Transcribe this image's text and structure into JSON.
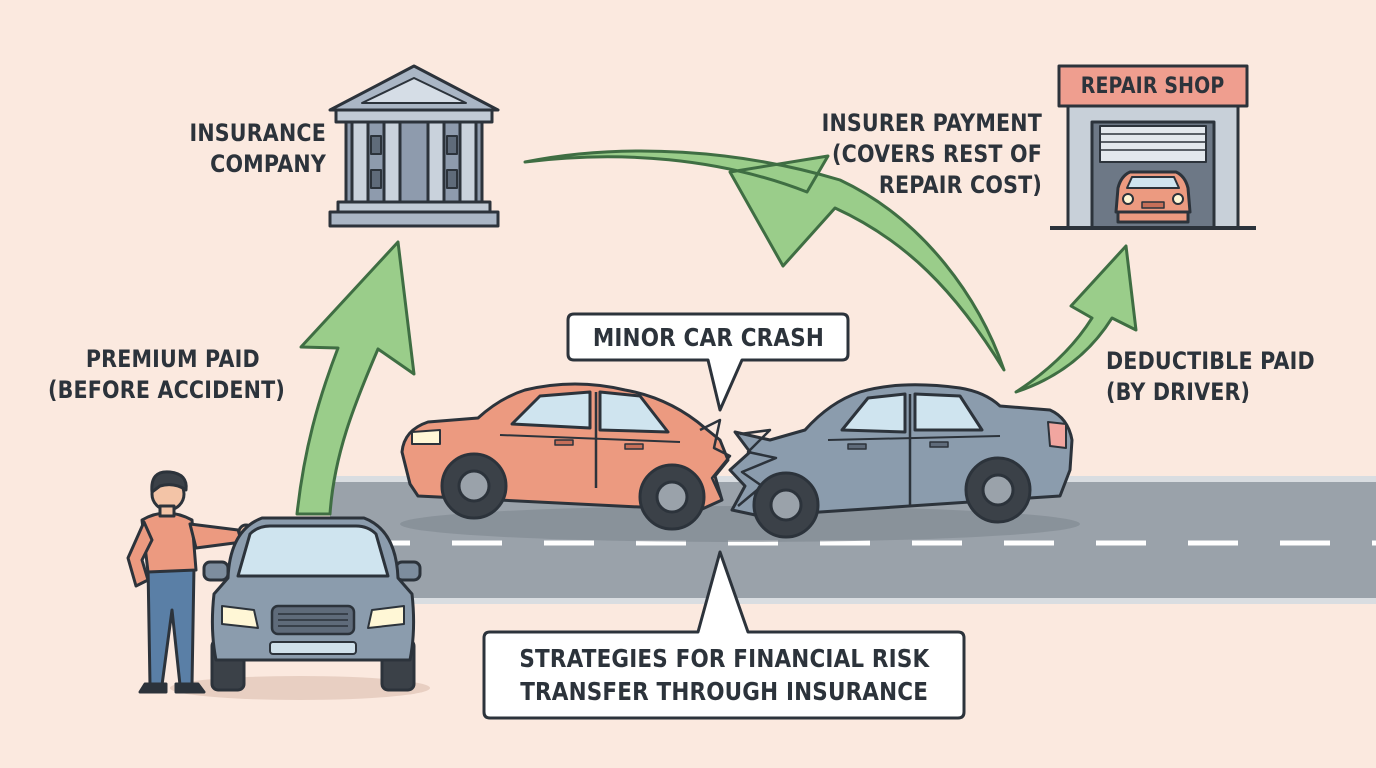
{
  "labels": {
    "insurance_company": [
      "INSURANCE",
      "COMPANY"
    ],
    "premium_paid": [
      "PREMIUM PAID",
      "(BEFORE ACCIDENT)"
    ],
    "insurer_payment": [
      "INSURER PAYMENT",
      "(COVERS REST OF",
      "REPAIR COST)"
    ],
    "deductible_paid": [
      "DEDUCTIBLE PAID",
      "(BY DRIVER)"
    ],
    "repair_shop": "REPAIR SHOP",
    "crash_callout": "MINOR CAR CRASH",
    "caption": [
      "STRATEGIES FOR FINANCIAL RISK",
      "TRANSFER THROUGH INSURANCE"
    ]
  },
  "icons": [
    "bank-building-icon",
    "repair-shop-icon",
    "person-icon",
    "car-icon"
  ],
  "colors": {
    "background": "#fbe9df",
    "arrow_fill": "#9acd8a",
    "arrow_stroke": "#3f6e43",
    "road": "#9aa2aa",
    "outline": "#2c333b",
    "orange_car": "#ec9a80",
    "blue_car": "#8b9cad",
    "bank": "#aab6c5",
    "shop_sign": "#ef9e8f"
  }
}
